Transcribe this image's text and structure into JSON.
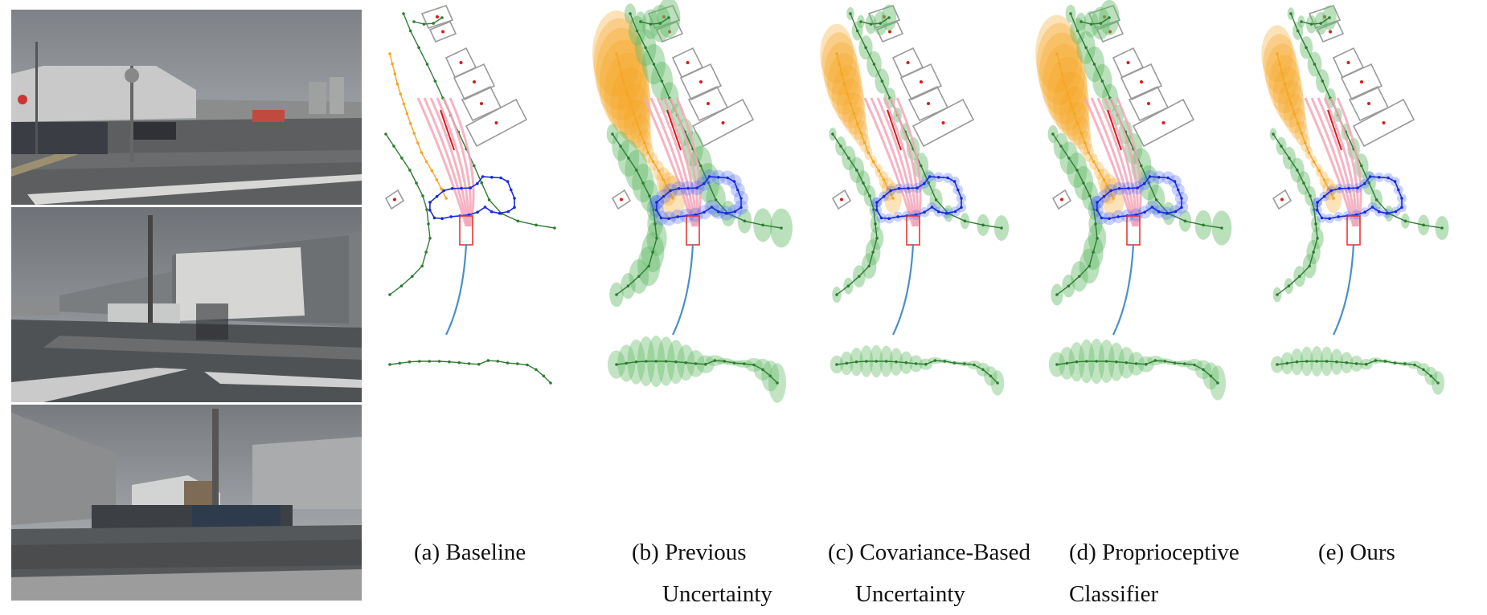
{
  "figure": {
    "captions": [
      {
        "id": "a",
        "lines": [
          "(a) Baseline"
        ]
      },
      {
        "id": "b",
        "lines": [
          "(b) Previous",
          "Uncertainty"
        ]
      },
      {
        "id": "c",
        "lines": [
          "(c) Covariance-Based",
          "Uncertainty"
        ]
      },
      {
        "id": "d",
        "lines": [
          "(d) Proprioceptive",
          "Classifier"
        ]
      },
      {
        "id": "e",
        "lines": [
          "(e) Ours"
        ]
      }
    ],
    "camera_views": [
      "camera-front-left",
      "camera-front",
      "camera-front-right"
    ],
    "uncertainty_level": {
      "a": 0,
      "b": 1.0,
      "c": 0.55,
      "d": 0.85,
      "e": 0.5
    },
    "colors": {
      "lane_green": "#2e7d32",
      "uncertainty_green": "#66bb6a",
      "lane_blue": "#1a2bd6",
      "uncertainty_blue": "#4d6bff",
      "orange": "#f5a623",
      "pink": "#f4a6b8",
      "red": "#d81b1b",
      "ego_path": "#4a90c8",
      "parking_box": "#9a9a9a",
      "ego_box": "#e53935"
    }
  }
}
